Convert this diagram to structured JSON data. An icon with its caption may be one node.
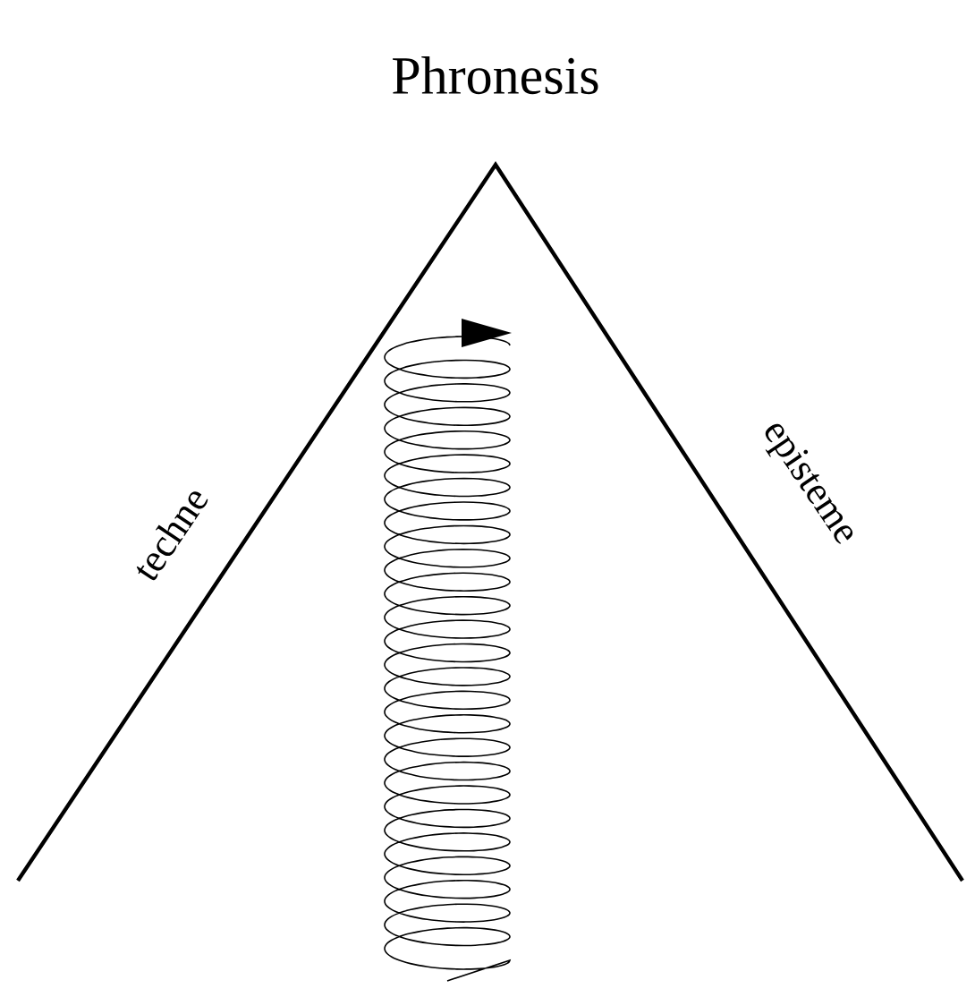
{
  "diagram": {
    "title": "Phronesis",
    "labels": [
      "techne",
      "episteme"
    ]
  }
}
